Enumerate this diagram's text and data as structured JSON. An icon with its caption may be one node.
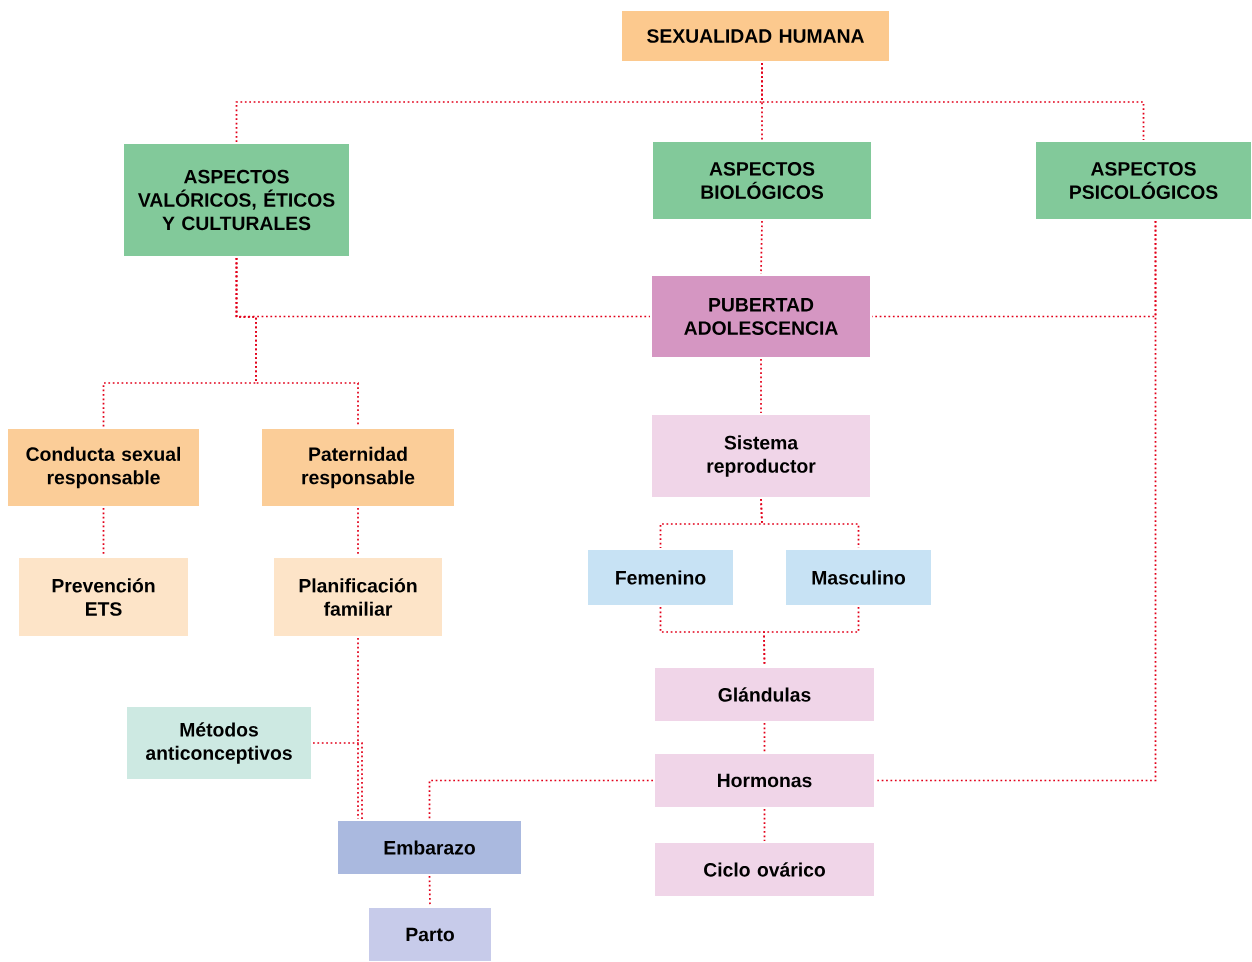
{
  "diagram": {
    "nodes": [
      {
        "text": [
          "SEXUALIDAD HUMANA"
        ]
      },
      {
        "text": [
          "ASPECTOS VALÓRICOS, ÉTICOS Y CULTURALES"
        ]
      },
      {
        "text": [
          "ASPECTOS BIOLÓGICOS"
        ]
      },
      {
        "text": [
          "ASPECTOS PSICOLÓGICOS"
        ]
      },
      {
        "text": [
          "PUBERTAD ADOLESCENCIA"
        ]
      },
      {
        "text": [
          "Conducta sexual responsable"
        ]
      },
      {
        "text": [
          "Paternidad responsable"
        ]
      },
      {
        "text": [
          "Sistema reproductor"
        ]
      },
      {
        "text": [
          "Prevención ETS"
        ]
      },
      {
        "text": [
          "Planificación familiar"
        ]
      },
      {
        "text": [
          "Femenino"
        ]
      },
      {
        "text": [
          "Masculino"
        ]
      },
      {
        "text": [
          "Glándulas"
        ]
      },
      {
        "text": [
          "Métodos anticonceptivos"
        ]
      },
      {
        "text": [
          "Hormonas"
        ]
      },
      {
        "text": [
          "Embarazo"
        ]
      },
      {
        "text": [
          "Ciclo ovárico"
        ]
      },
      {
        "text": [
          "Parto"
        ]
      }
    ],
    "edges": [
      {
        "from": 0,
        "to": 1,
        "arrow": "none"
      },
      {
        "from": 0,
        "to": 2,
        "arrow": "none"
      },
      {
        "from": 0,
        "to": 3,
        "arrow": "none"
      },
      {
        "from": 2,
        "to": 4,
        "arrow": "none"
      },
      {
        "from": 1,
        "to": 4,
        "arrow": "none"
      },
      {
        "from": 3,
        "to": 4,
        "arrow": "none"
      },
      {
        "from": 1,
        "to": 5,
        "arrow": "none"
      },
      {
        "from": 1,
        "to": 6,
        "arrow": "none"
      },
      {
        "from": 4,
        "to": 7,
        "arrow": "none"
      },
      {
        "from": 5,
        "to": 8,
        "arrow": "none"
      },
      {
        "from": 6,
        "to": 9,
        "arrow": "none"
      },
      {
        "from": 7,
        "to": 10,
        "arrow": "none"
      },
      {
        "from": 7,
        "to": 11,
        "arrow": "none"
      },
      {
        "from": 10,
        "to": 12,
        "arrow": "none"
      },
      {
        "from": 11,
        "to": 12,
        "arrow": "none"
      },
      {
        "from": 12,
        "to": 14,
        "arrow": "none"
      },
      {
        "from": 14,
        "to": 16,
        "arrow": "none"
      },
      {
        "from": 14,
        "to": 15,
        "arrow": "none"
      },
      {
        "from": 3,
        "to": 14,
        "arrow": "none"
      },
      {
        "from": 9,
        "to": 15,
        "arrow": "none"
      },
      {
        "from": 13,
        "to": 15,
        "arrow": "none"
      },
      {
        "from": 15,
        "to": 17,
        "arrow": "none"
      }
    ]
  }
}
